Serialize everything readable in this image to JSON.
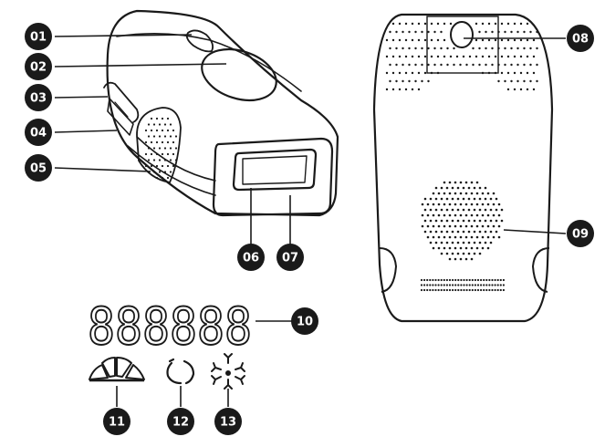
{
  "callouts": [
    {
      "id": "01",
      "label": "01"
    },
    {
      "id": "02",
      "label": "02"
    },
    {
      "id": "03",
      "label": "03"
    },
    {
      "id": "04",
      "label": "04"
    },
    {
      "id": "05",
      "label": "05"
    },
    {
      "id": "06",
      "label": "06"
    },
    {
      "id": "07",
      "label": "07"
    },
    {
      "id": "08",
      "label": "08"
    },
    {
      "id": "09",
      "label": "09"
    },
    {
      "id": "10",
      "label": "10"
    },
    {
      "id": "11",
      "label": "11"
    },
    {
      "id": "12",
      "label": "12"
    },
    {
      "id": "13",
      "label": "13"
    }
  ],
  "display": {
    "digits": "888888"
  },
  "colors": {
    "line": "#1a1a1a",
    "badge": "#1a1a1a",
    "background": "#ffffff"
  }
}
